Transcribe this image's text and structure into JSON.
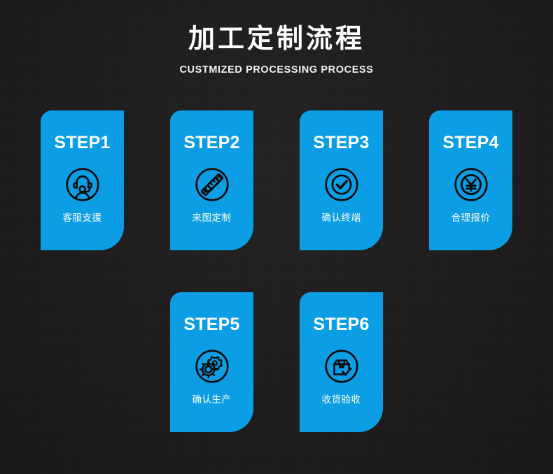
{
  "header": {
    "title": "加工定制流程",
    "subtitle": "CUSTMIZED PROCESSING PROCESS"
  },
  "theme": {
    "background": "#1d1b1b",
    "card_blue": "#0b9ee4",
    "text_white": "#ffffff",
    "icon_stroke": "#0a0a0a"
  },
  "rows": [
    {
      "cards": [
        {
          "step": "STEP1",
          "caption": "客服支援",
          "icon": "customer-service-headset-icon"
        },
        {
          "step": "STEP2",
          "caption": "来图定制",
          "icon": "ruler-pencil-icon"
        },
        {
          "step": "STEP3",
          "caption": "确认终端",
          "icon": "check-circle-icon"
        },
        {
          "step": "STEP4",
          "caption": "合理报价",
          "icon": "yuan-currency-circle-icon"
        }
      ]
    },
    {
      "cards": [
        {
          "step": "STEP5",
          "caption": "确认生产",
          "icon": "gears-icon"
        },
        {
          "step": "STEP6",
          "caption": "收货验收",
          "icon": "package-check-icon"
        }
      ]
    }
  ]
}
